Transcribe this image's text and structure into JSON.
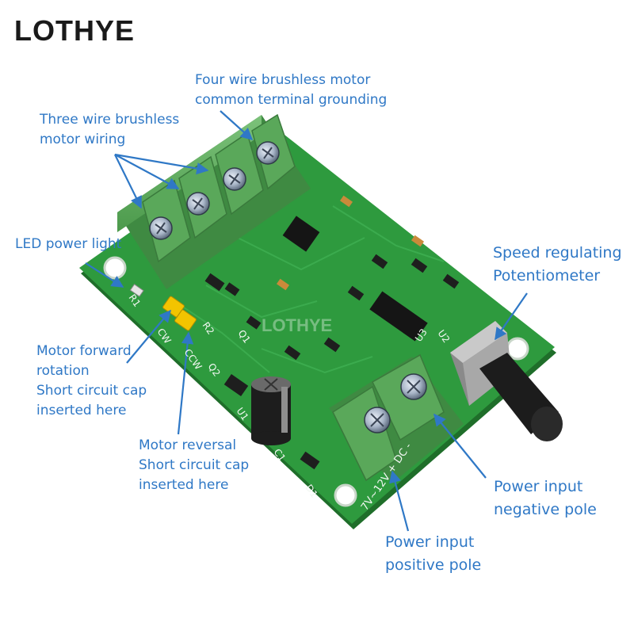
{
  "brand": {
    "name": "LOTHYE",
    "watermark": "LOTHYE"
  },
  "colors": {
    "callout_text": "#2f78c6",
    "pcb_green": "#2e9a3e",
    "terminal_green": "#5aa85a",
    "jumper_yellow": "#f3c400"
  },
  "callouts": {
    "four_wire": {
      "line1": "Four wire brushless motor",
      "line2": "common terminal grounding"
    },
    "three_wire": {
      "line1": "Three wire brushless",
      "line2": "motor wiring"
    },
    "led": {
      "line1": "LED power light"
    },
    "speed": {
      "line1": "Speed regulating",
      "line2": "Potentiometer"
    },
    "forward": {
      "line1": "Motor forward",
      "line2": "rotation",
      "line3": "Short circuit cap",
      "line4": "inserted here"
    },
    "reversal": {
      "line1": "Motor reversal",
      "line2": "Short circuit cap",
      "line3": "inserted here"
    },
    "neg_pole": {
      "line1": "Power input",
      "line2": "negative pole"
    },
    "pos_pole": {
      "line1": "Power input",
      "line2": "positive pole"
    }
  },
  "silkscreen": {
    "cw": "CW",
    "ccw": "CCW",
    "u1": "U1",
    "u2": "U2",
    "u3": "U3",
    "c1": "C1",
    "d1": "D1",
    "voltage": "7V~12V + DC -",
    "r1": "R1",
    "r2": "R2",
    "q1": "Q1",
    "q2": "Q2"
  }
}
